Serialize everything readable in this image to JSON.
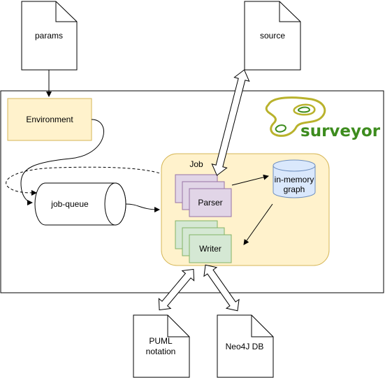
{
  "diagram": {
    "params_label": "params",
    "source_label": "source",
    "environment_label": "Environment",
    "job_queue_label": "job-queue",
    "job_label": "Job",
    "parser_label": "Parser",
    "writer_label": "Writer",
    "graph_label_line1": "in-memory",
    "graph_label_line2": "graph",
    "puml_line1": "PUML",
    "puml_line2": "notation",
    "neo4j_label": "Neo4J DB",
    "logo_text": "surveyor"
  },
  "colors": {
    "environment_fill": "#fff2cc",
    "environment_stroke": "#d6b656",
    "job_fill": "#fff2cc",
    "job_stroke": "#d6b656",
    "parser_fill": "#e1d5e7",
    "parser_stroke": "#9673a6",
    "writer_fill": "#d5e8d4",
    "writer_stroke": "#82b366",
    "graph_fill": "#dae8fc",
    "graph_stroke": "#6c8ebf",
    "logo_green": "#3d8c1e",
    "logo_olive": "#b9b22c"
  }
}
